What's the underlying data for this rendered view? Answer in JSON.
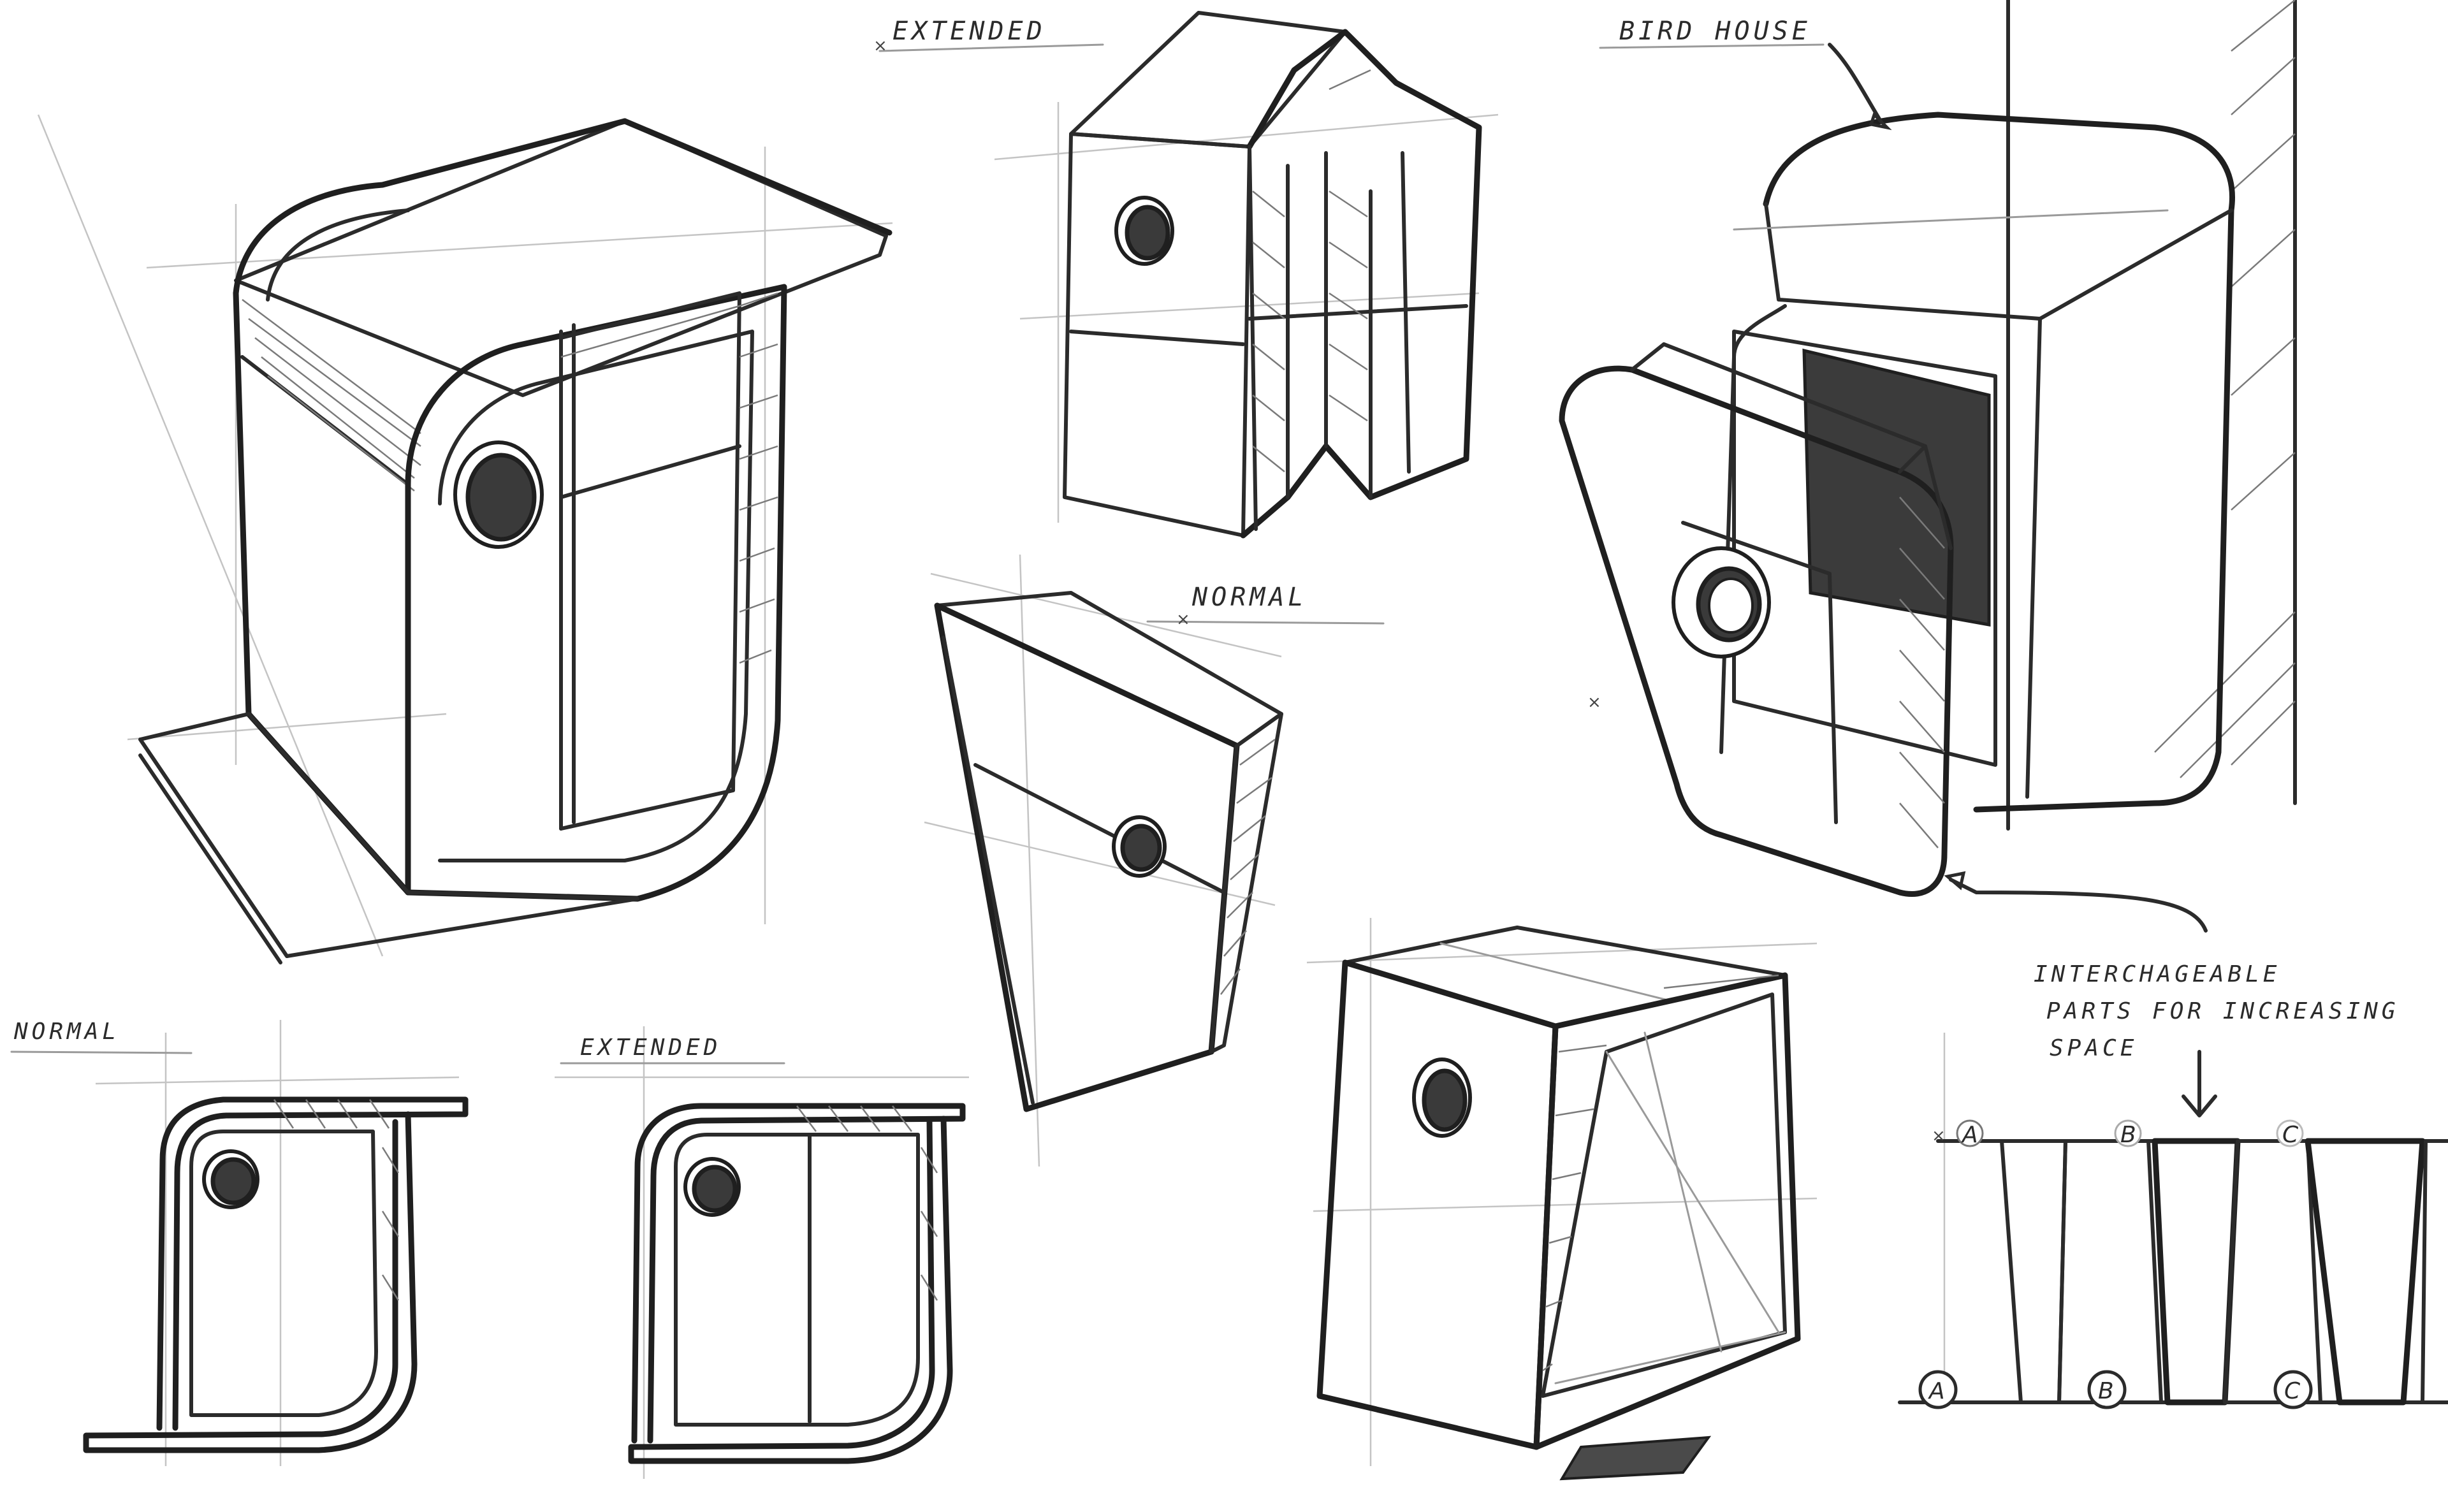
{
  "annotations": {
    "extended_top": "EXTENDED",
    "bird_house": "BIRD HOUSE",
    "normal_middle": "NORMAL",
    "normal_bottom_left": "NORMAL",
    "extended_bottom": "EXTENDED",
    "interchangeable_line1": "INTERCHAGEABLE",
    "interchangeable_line2": "PARTS FOR INCREASING",
    "interchangeable_line3": "SPACE"
  },
  "part_labels": {
    "a_top": "A",
    "b_top": "B",
    "c_top": "C",
    "a_bottom": "A",
    "b_bottom": "B",
    "c_bottom": "C"
  },
  "colors": {
    "paper": "#ffffff",
    "pencil": "#2b2b2b",
    "shade": "#3b3b3b"
  }
}
